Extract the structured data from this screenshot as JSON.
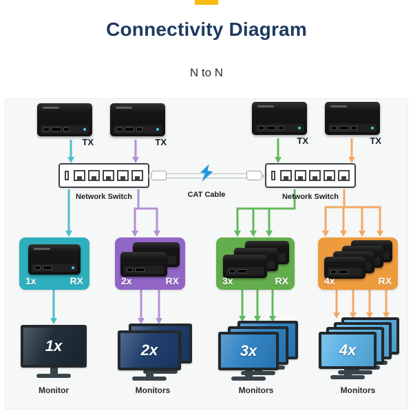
{
  "title": "Connectivity Diagram",
  "subtitle": "N to N",
  "colors": {
    "titleNavy": "#1e3a5f",
    "accentYellow": "#f6ba13",
    "cyan": "#4cbecb",
    "purple": "#b391d6",
    "green": "#63b95d",
    "orange": "#f3a964",
    "rxTeal": "#2eafbd",
    "rxPurple": "#9166c6",
    "rxGreen": "#64ad4d",
    "rxOrange": "#ee9b3e",
    "monitor1": "#1a2833",
    "monitor2": "#1b3a69",
    "monitor3": "#2c80c2",
    "monitor4": "#58b0e4",
    "bolt": "#1f9cd8",
    "panelBg": "#f6f7f7"
  },
  "transmitters": [
    {
      "label": "TX"
    },
    {
      "label": "TX"
    },
    {
      "label": "TX"
    },
    {
      "label": "TX"
    }
  ],
  "switches": [
    {
      "label": "Network Switch"
    },
    {
      "label": "Network Switch"
    }
  ],
  "cable": {
    "label": "CAT Cable"
  },
  "receivers": [
    {
      "count": "1x",
      "label": "RX"
    },
    {
      "count": "2x",
      "label": "RX"
    },
    {
      "count": "3x",
      "label": "RX"
    },
    {
      "count": "4x",
      "label": "RX"
    }
  ],
  "monitors": [
    {
      "count": "1x",
      "label": "Monitor"
    },
    {
      "count": "2x",
      "label": "Monitors"
    },
    {
      "count": "3x",
      "label": "Monitors"
    },
    {
      "count": "4x",
      "label": "Monitors"
    }
  ]
}
